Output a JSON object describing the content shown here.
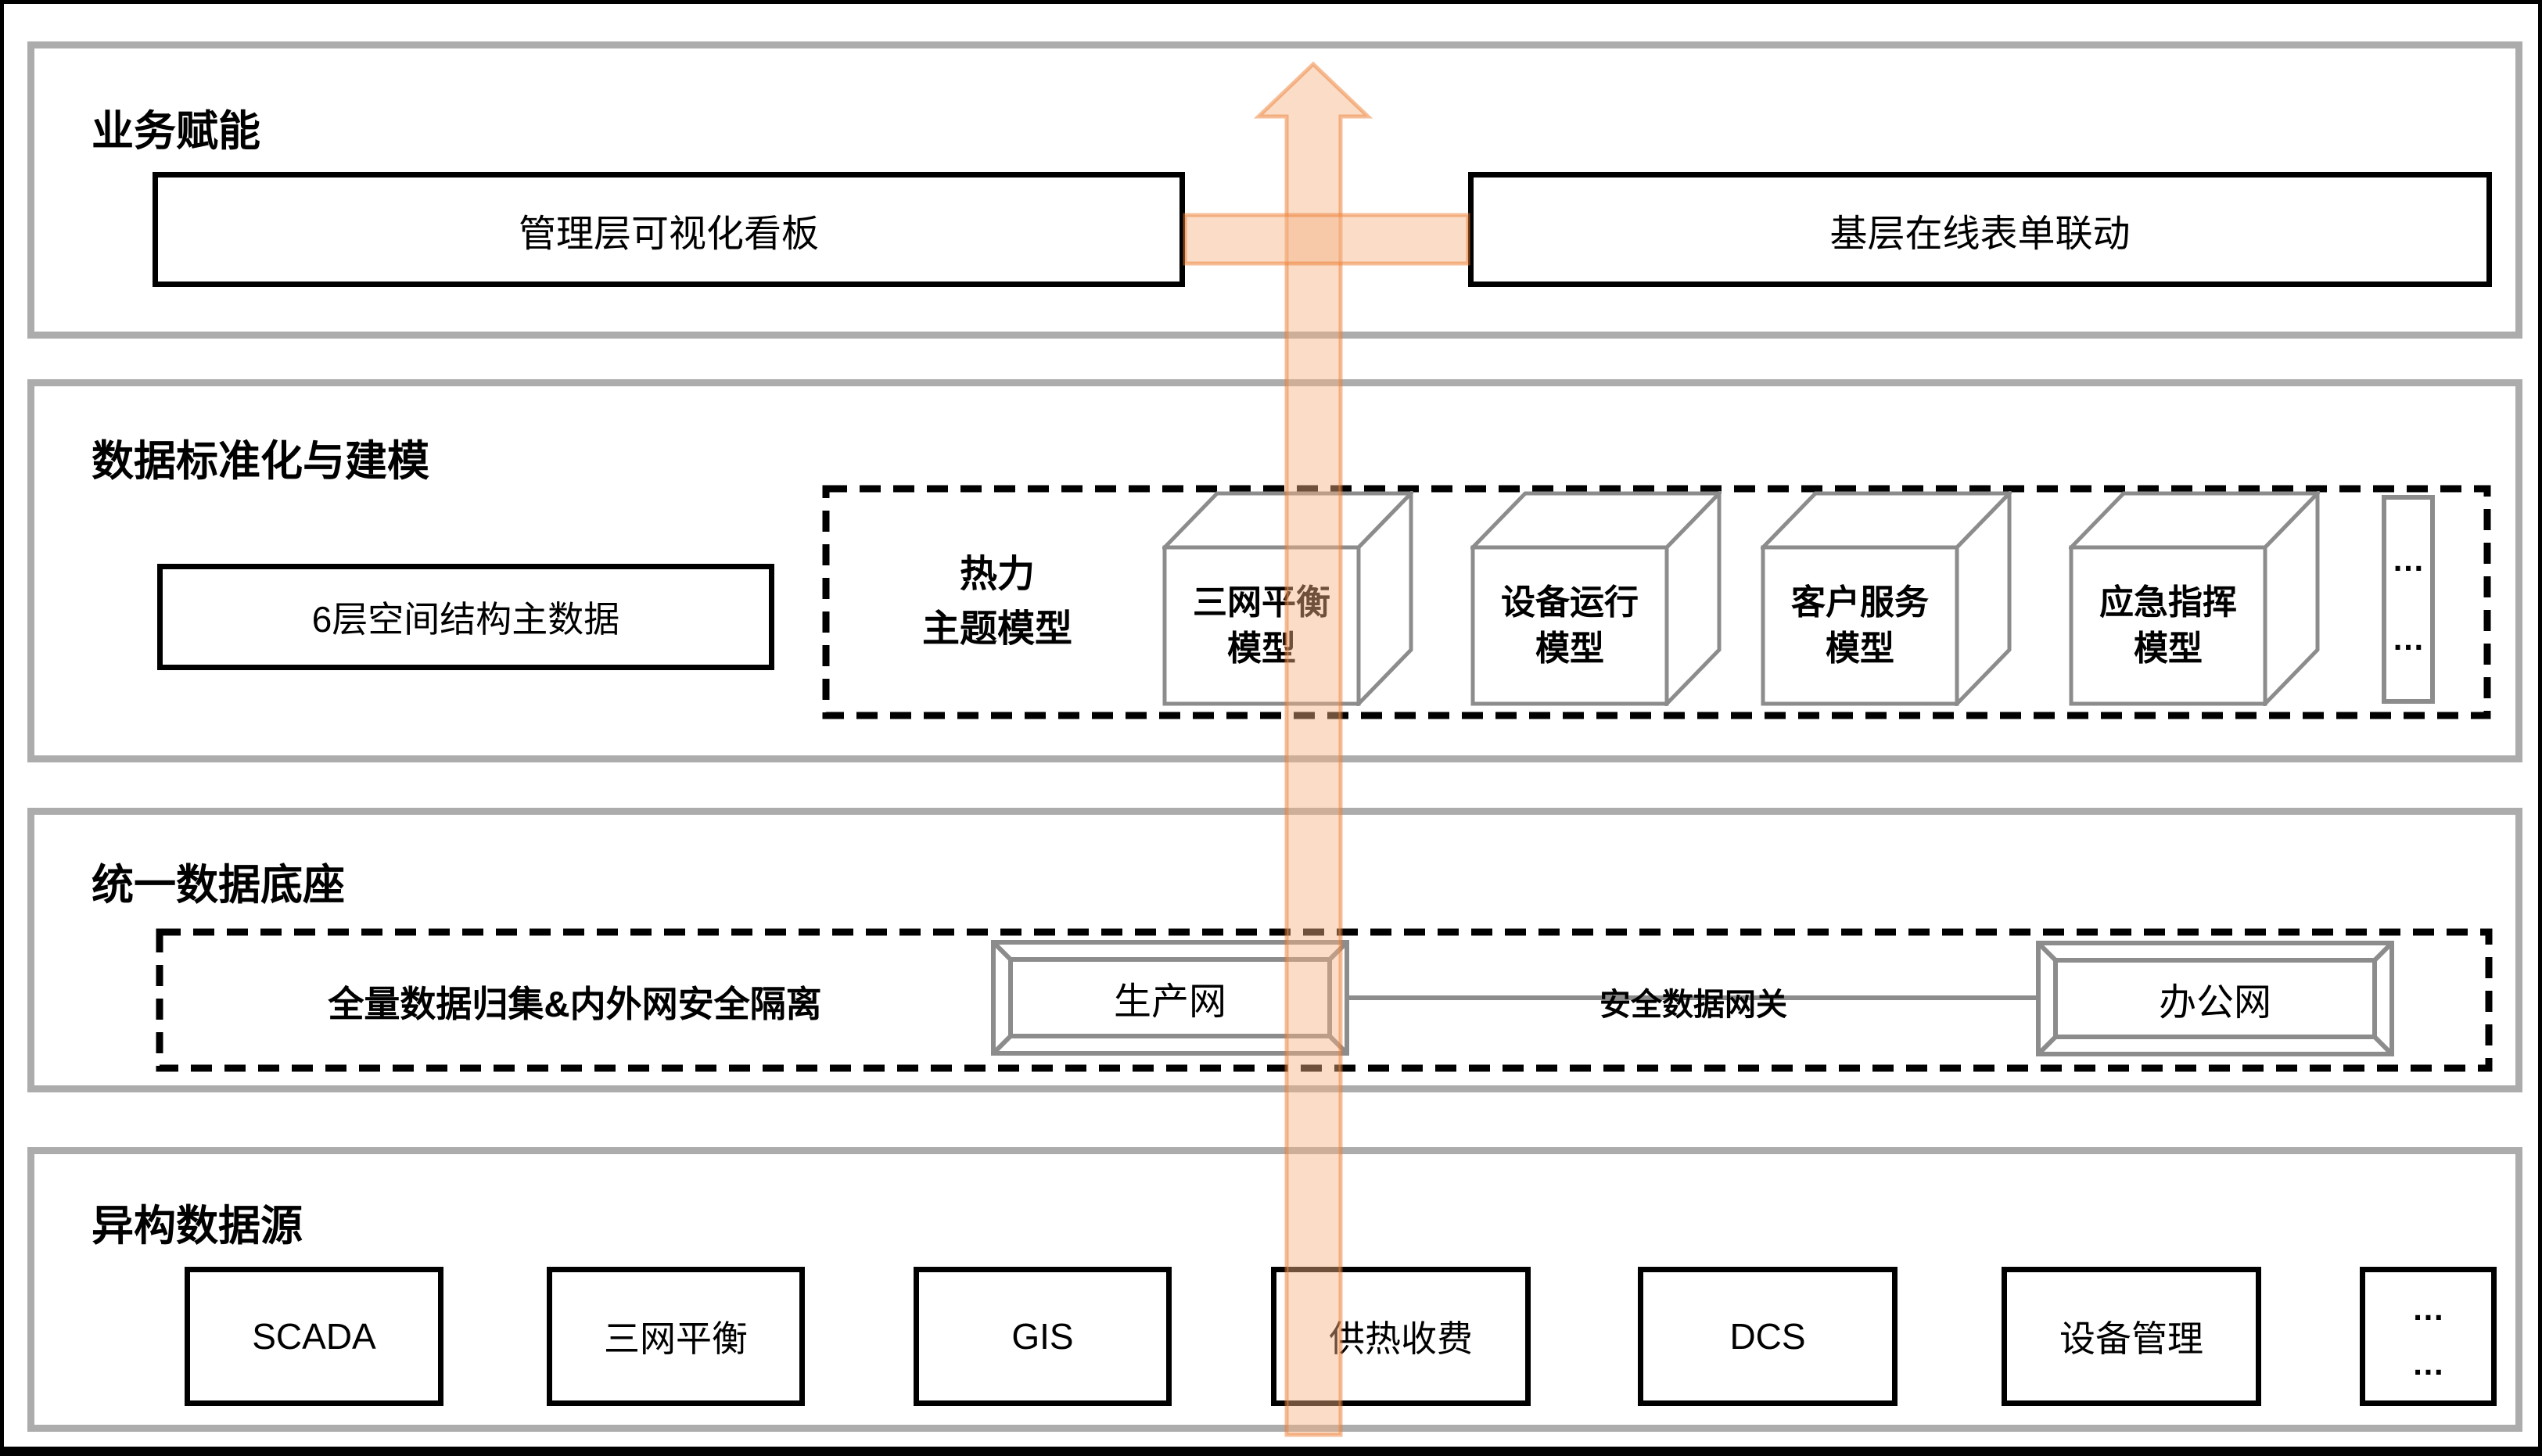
{
  "colors": {
    "section_border": "#ACACAC",
    "box_border": "#000000",
    "shape_gray": "#8C8C8C",
    "arrow_fill": "rgba(244,177,131,0.45)",
    "arrow_stroke": "rgba(237,125,49,0.5)"
  },
  "sections": [
    {
      "title": "业务赋能",
      "boxes": [
        {
          "label": "管理层可视化看板"
        },
        {
          "label": "基层在线表单联动"
        }
      ]
    },
    {
      "title": "数据标准化与建模",
      "master_data_box": "6层空间结构主数据",
      "theme_label": {
        "line1": "热力",
        "line2": "主题模型"
      },
      "cubes": [
        {
          "line1": "三网平衡",
          "line2": "模型"
        },
        {
          "line1": "设备运行",
          "line2": "模型"
        },
        {
          "line1": "客户服务",
          "line2": "模型"
        },
        {
          "line1": "应急指挥",
          "line2": "模型"
        }
      ],
      "more": "…"
    },
    {
      "title": "统一数据底座",
      "dashed_label": "全量数据归集&内外网安全隔离",
      "production_network": "生产网",
      "gateway_label": "安全数据网关",
      "office_network": "办公网"
    },
    {
      "title": "异构数据源",
      "sources": [
        "SCADA",
        "三网平衡",
        "GIS",
        "供热收费",
        "DCS",
        "设备管理"
      ],
      "more": "…"
    }
  ]
}
